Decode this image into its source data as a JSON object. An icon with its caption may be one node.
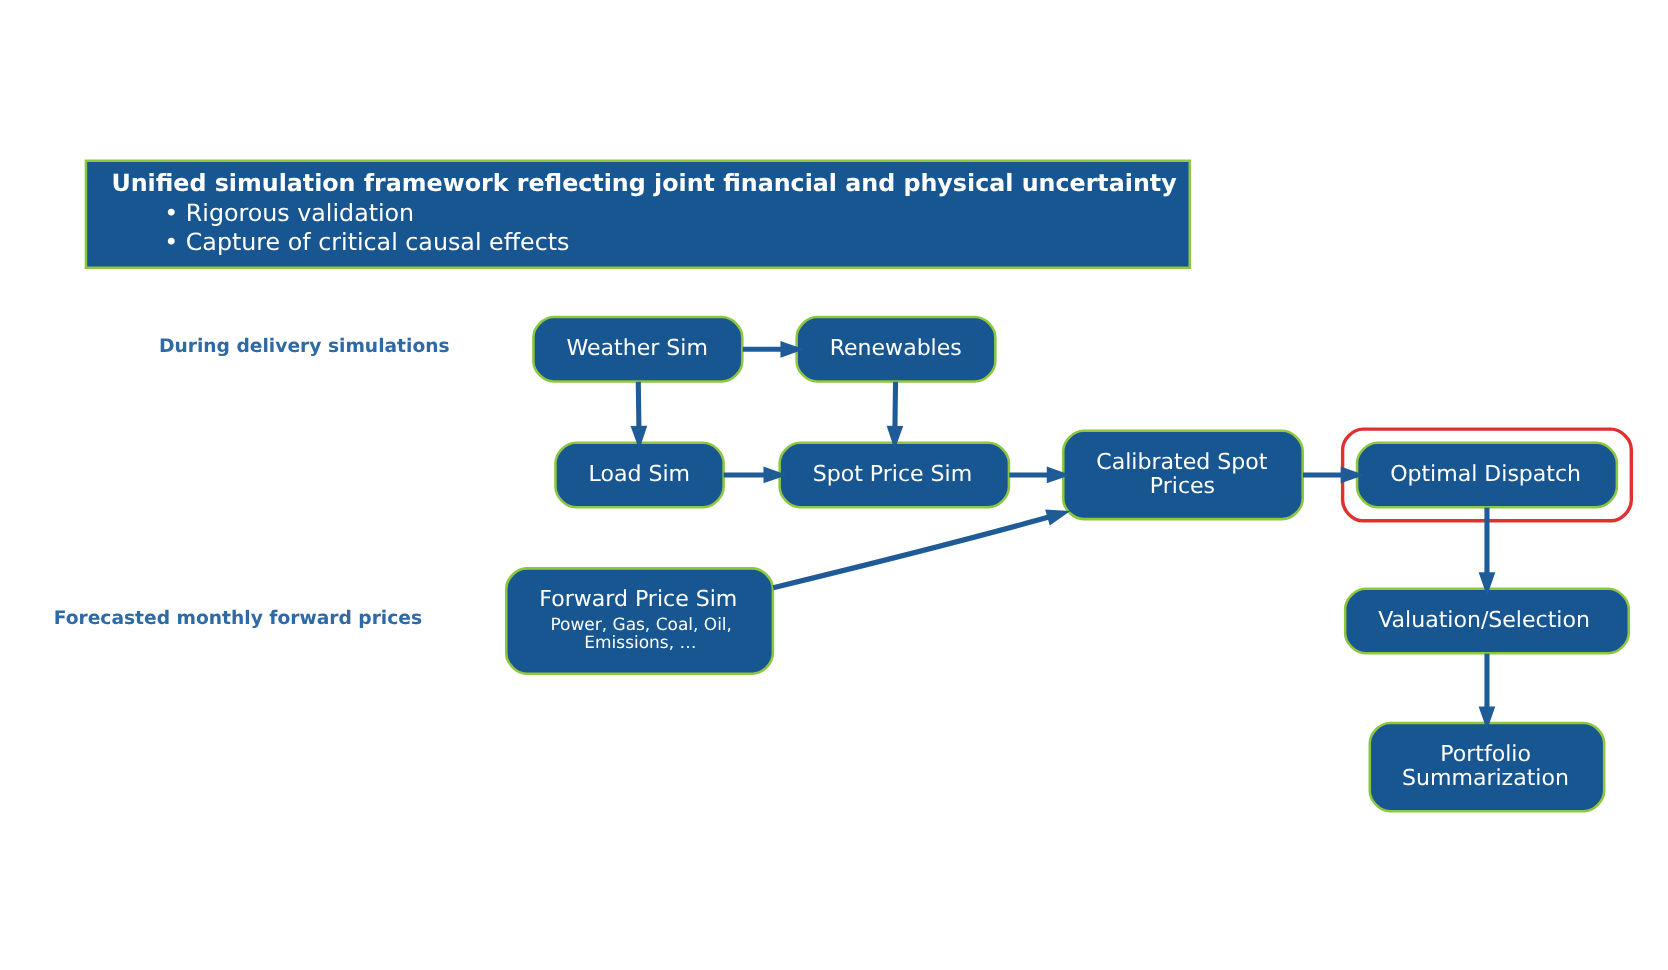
{
  "diagram": {
    "nodes": [
      {
        "text": [
          "Unified simulation framework reflecting joint financial and physical uncertainty",
          "• Rigorous validation",
          "• Capture of critical causal effects"
        ]
      },
      {
        "text": [
          "Weather Sim"
        ]
      },
      {
        "text": [
          "Renewables"
        ]
      },
      {
        "text": [
          "Load Sim"
        ]
      },
      {
        "text": [
          "Spot Price Sim"
        ]
      },
      {
        "text": [
          "Calibrated Spot Prices"
        ]
      },
      {
        "text": [],
        "shape": "box"
      },
      {
        "text": [
          "Optimal Dispatch"
        ],
        "in": 6
      },
      {
        "text": [
          "Valuation/Selection"
        ]
      },
      {
        "text": [
          "Portfolio Summarization"
        ]
      },
      {
        "text": [
          "Forward Price Sim",
          "Power, Gas, Coal, Oil, Emissions, …"
        ]
      }
    ],
    "edges": [
      {
        "from": 1,
        "to": 2,
        "arrow": "to"
      },
      {
        "from": 1,
        "to": 3,
        "arrow": "to"
      },
      {
        "from": 2,
        "to": 4,
        "arrow": "to"
      },
      {
        "from": 3,
        "to": 4,
        "arrow": "to"
      },
      {
        "from": 4,
        "to": 5,
        "arrow": "to"
      },
      {
        "from": 5,
        "to": 7,
        "arrow": "to"
      },
      {
        "from": 7,
        "to": 8,
        "arrow": "to"
      },
      {
        "from": 8,
        "to": 9,
        "arrow": "to"
      },
      {
        "from": 10,
        "to": 5,
        "arrow": "to"
      }
    ],
    "labels": [
      "During delivery simulations",
      "Forecasted monthly forward prices"
    ]
  }
}
